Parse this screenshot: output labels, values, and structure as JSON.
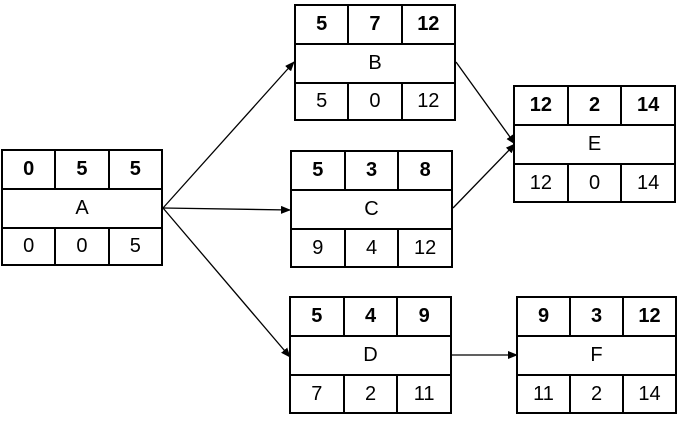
{
  "nodes": {
    "A": {
      "label": "A",
      "es": "0",
      "dur": "5",
      "ef": "5",
      "ls": "0",
      "slack": "0",
      "lf": "5"
    },
    "B": {
      "label": "B",
      "es": "5",
      "dur": "7",
      "ef": "12",
      "ls": "5",
      "slack": "0",
      "lf": "12"
    },
    "C": {
      "label": "C",
      "es": "5",
      "dur": "3",
      "ef": "8",
      "ls": "9",
      "slack": "4",
      "lf": "12"
    },
    "D": {
      "label": "D",
      "es": "5",
      "dur": "4",
      "ef": "9",
      "ls": "7",
      "slack": "2",
      "lf": "11"
    },
    "E": {
      "label": "E",
      "es": "12",
      "dur": "2",
      "ef": "14",
      "ls": "12",
      "slack": "0",
      "lf": "14"
    },
    "F": {
      "label": "F",
      "es": "9",
      "dur": "3",
      "ef": "12",
      "ls": "11",
      "slack": "2",
      "lf": "14"
    }
  },
  "edges": [
    {
      "from": "A",
      "to": "B"
    },
    {
      "from": "A",
      "to": "C"
    },
    {
      "from": "A",
      "to": "D"
    },
    {
      "from": "B",
      "to": "E"
    },
    {
      "from": "C",
      "to": "E"
    },
    {
      "from": "D",
      "to": "F"
    }
  ]
}
